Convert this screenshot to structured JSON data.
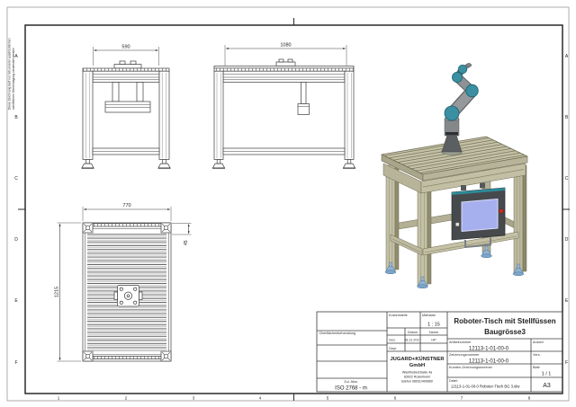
{
  "sheet": {
    "margin_note_line1": "Diese Zeichnung darf nur mit unserer ausdrücklichen",
    "margin_note_line2": "schriftlichen Genehmigung verwendet werden",
    "row_letters": [
      "A",
      "B",
      "C",
      "D",
      "E",
      "F"
    ],
    "col_numbers": [
      "1",
      "2",
      "3",
      "4",
      "5",
      "6",
      "7",
      "8"
    ]
  },
  "views": {
    "front_view": {
      "width_dim": "590"
    },
    "side_view": {
      "width_dim": "1080"
    },
    "plan_view": {
      "width_dim": "770",
      "length_dim": "1215",
      "offset_dim": "45"
    }
  },
  "title_block": {
    "title_line1": "Roboter-Tisch mit Stellfüssen",
    "title_line2": "Baugrösse3",
    "surface_label": "Oberflächenbehandlung",
    "tolerance_label": "Zul. Abw.",
    "tolerance_value": "ISO 2768 - m",
    "cost_center_label": "Kostenstelle",
    "scale_label": "Maßstab",
    "scale_value": "1 : 15",
    "date_label": "Datum",
    "name_label": "Name",
    "drawn_label": "Gez.",
    "checked_label": "Gepr.",
    "drawn_date": "28.11.2017",
    "drawn_name": "HP",
    "article_label": "Artikelnummer",
    "article_value": "12113-1-01-00-0",
    "quantity_label": "Anzahl",
    "drawing_number_label": "Zeichnungsnummer",
    "drawing_number_value": "12113-1-01-00-0",
    "version_label": "Vers.",
    "customer_number_label": "Kunden-Zeichnungsnummer",
    "sheet_label": "Blatt",
    "sheet_value": "1 / 1",
    "file_label": "Datei:",
    "file_value": "12113-1-01-00-0 Roboter-Tisch BG 3.idw",
    "format_value": "A3",
    "company": {
      "name_line1": "JUGARD+KÜNSTNER",
      "name_line2": "GmbH",
      "address_line1": "Wastlhuberstraße 4a",
      "address_line2": "83022 Rosenheim",
      "address_line3": "telefon 08031/400660"
    }
  },
  "colors": {
    "line": "#3c3c3c",
    "frame_tan_light": "#c9c6ab",
    "frame_tan_mid": "#b3b095",
    "frame_tan_dark": "#908d6f",
    "robot_teal": "#3a8fa2",
    "robot_gray": "#94989b",
    "robot_dark": "#55585b",
    "screen_blue": "#a7b0ee",
    "panel_gray": "#474a4d",
    "foot_blue": "#8fb4d4",
    "button_red": "#d02b1e"
  }
}
